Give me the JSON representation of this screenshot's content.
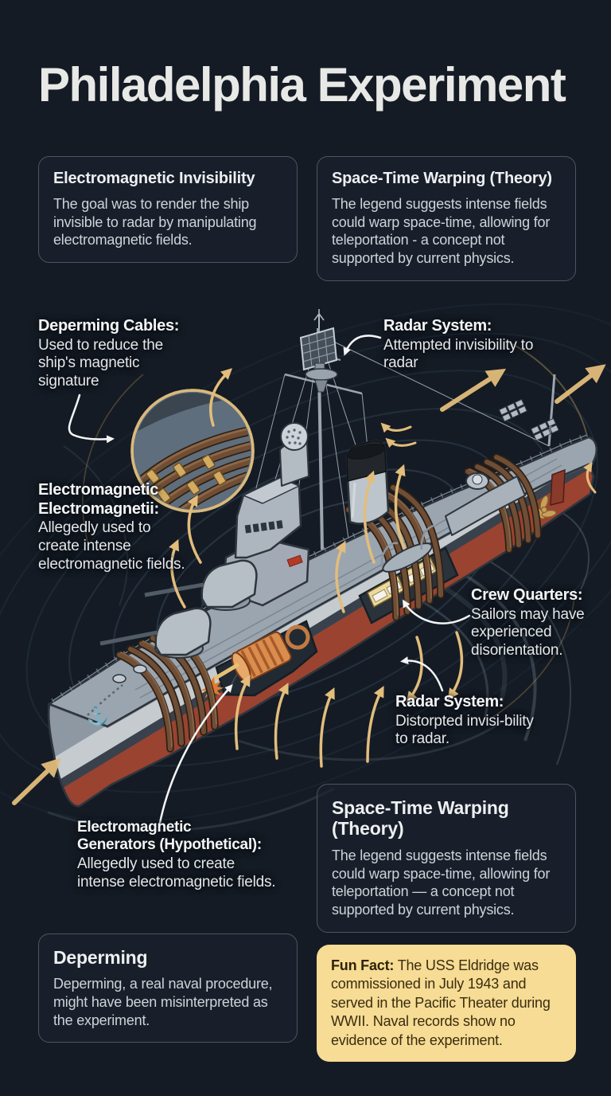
{
  "page_title": "Philadelphia Experiment",
  "info_boxes": {
    "em_invisibility": {
      "title": "Electromagnetic Invisibility",
      "body": "The goal was to render the ship invisible to radar by manipulating electromagnetic fields."
    },
    "spacetime_top": {
      "title": "Space-Time Warping (Theory)",
      "body": "The legend suggests intense fields could warp space-time, allowing for teleportation - a concept not supported by current physics."
    },
    "spacetime_bottom": {
      "title": "Space-Time Warping\n(Theory)",
      "body": "The legend suggests intense fields could warp space-time, allowing for teleportation — a concept not supported by current physics."
    },
    "deperming": {
      "title": "Deperming",
      "body": "Deperming, a real naval procedure, might have been misinterpreted as the experiment."
    },
    "fun_fact": {
      "label": "Fun Fact:",
      "body": "The USS Eldridge was commissioned in July 1943 and served in the Pacific Theater during WWII. Naval records show no evidence of the experiment."
    }
  },
  "callouts": {
    "deperming_cables": {
      "title": "Deperming Cables:",
      "body": "Used to reduce the ship's magnetic signature"
    },
    "radar_top": {
      "title": "Radar System:",
      "body": "Attempted invisibility to radar"
    },
    "em_coils": {
      "title": "Electromagnetic\nElectromagnetii:",
      "body": "Allegedly used to create intense electromagnetic fields."
    },
    "crew_quarters": {
      "title": "Crew Quarters:",
      "body": "Sailors may have experienced disorientation."
    },
    "radar_bottom": {
      "title": "Radar System:",
      "body": "Distorpted invisi-bility to radar."
    },
    "em_generators": {
      "title": "Electromagnetic\nGenerators (Hypothetical):",
      "body": "Allegedly used to create intense electromagnetic fields."
    }
  },
  "colors": {
    "background": "#151b24",
    "accent_gold": "#e2bd7b",
    "funfact_bg": "#f6dc94",
    "hull_gray": "#8e98a2",
    "hull_red": "#9a4330",
    "cable_brown": "#6f4e35"
  }
}
